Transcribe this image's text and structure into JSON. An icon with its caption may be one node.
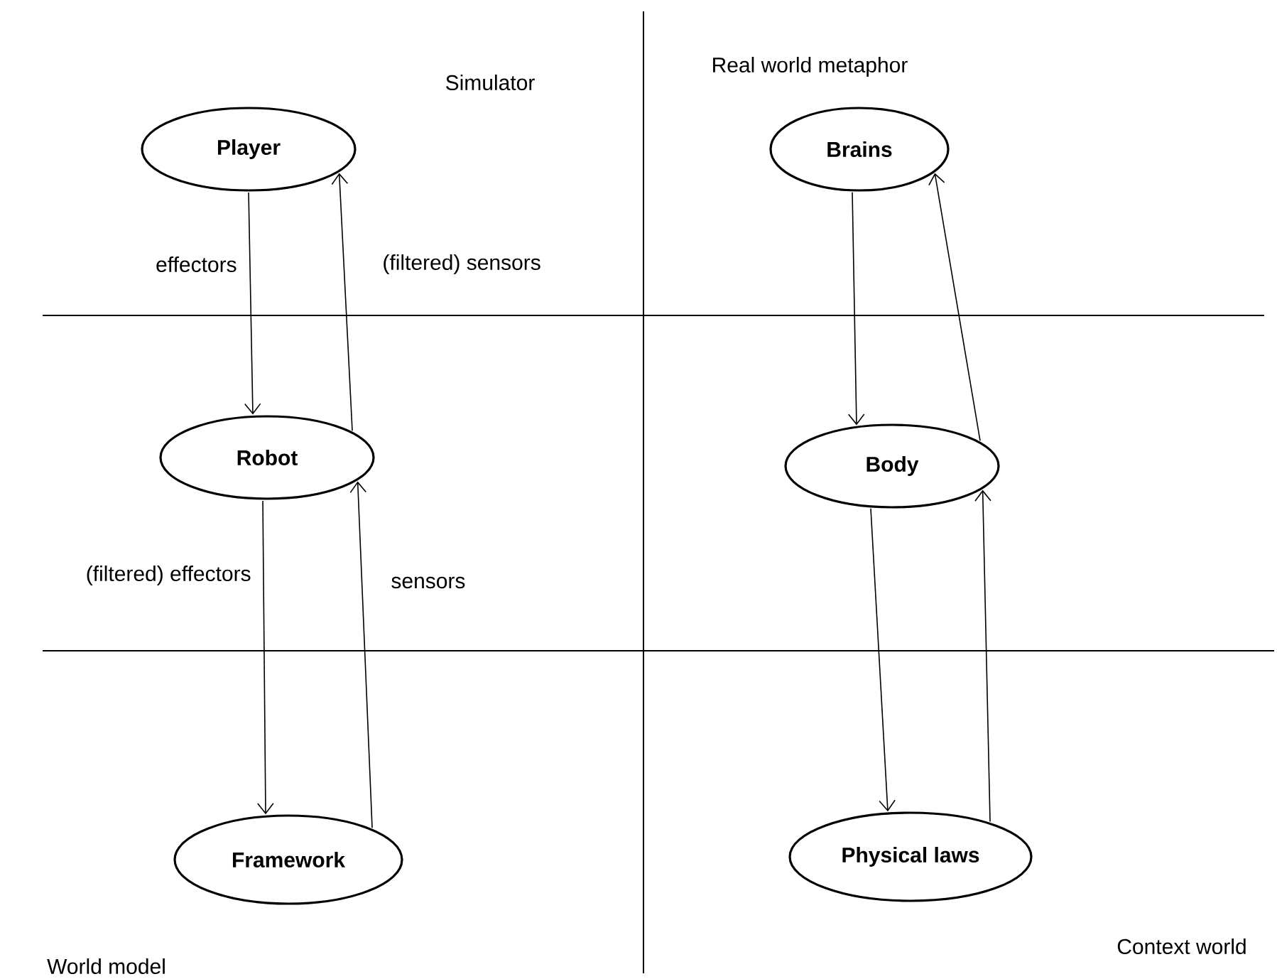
{
  "diagram": {
    "nodes": [
      {
        "text": [
          "Player"
        ]
      },
      {
        "text": [
          "Brains"
        ]
      },
      {
        "text": [
          "Robot"
        ]
      },
      {
        "text": [
          "Body"
        ]
      },
      {
        "text": [
          "Framework"
        ]
      },
      {
        "text": [
          "Physical laws"
        ]
      }
    ],
    "edges": [
      {
        "from": 0,
        "to": 2,
        "arrow": "to",
        "label": "effectors"
      },
      {
        "from": 2,
        "to": 0,
        "arrow": "to",
        "label": "(filtered) sensors"
      },
      {
        "from": 1,
        "to": 3,
        "arrow": "to"
      },
      {
        "from": 3,
        "to": 1,
        "arrow": "to"
      },
      {
        "from": 2,
        "to": 4,
        "arrow": "to",
        "label": "(filtered) effectors"
      },
      {
        "from": 4,
        "to": 2,
        "arrow": "to",
        "label": "sensors"
      },
      {
        "from": 3,
        "to": 5,
        "arrow": "to"
      },
      {
        "from": 5,
        "to": 3,
        "arrow": "to"
      }
    ],
    "labels": [
      "Simulator",
      "Real world metaphor",
      "World model",
      "Context world"
    ]
  }
}
